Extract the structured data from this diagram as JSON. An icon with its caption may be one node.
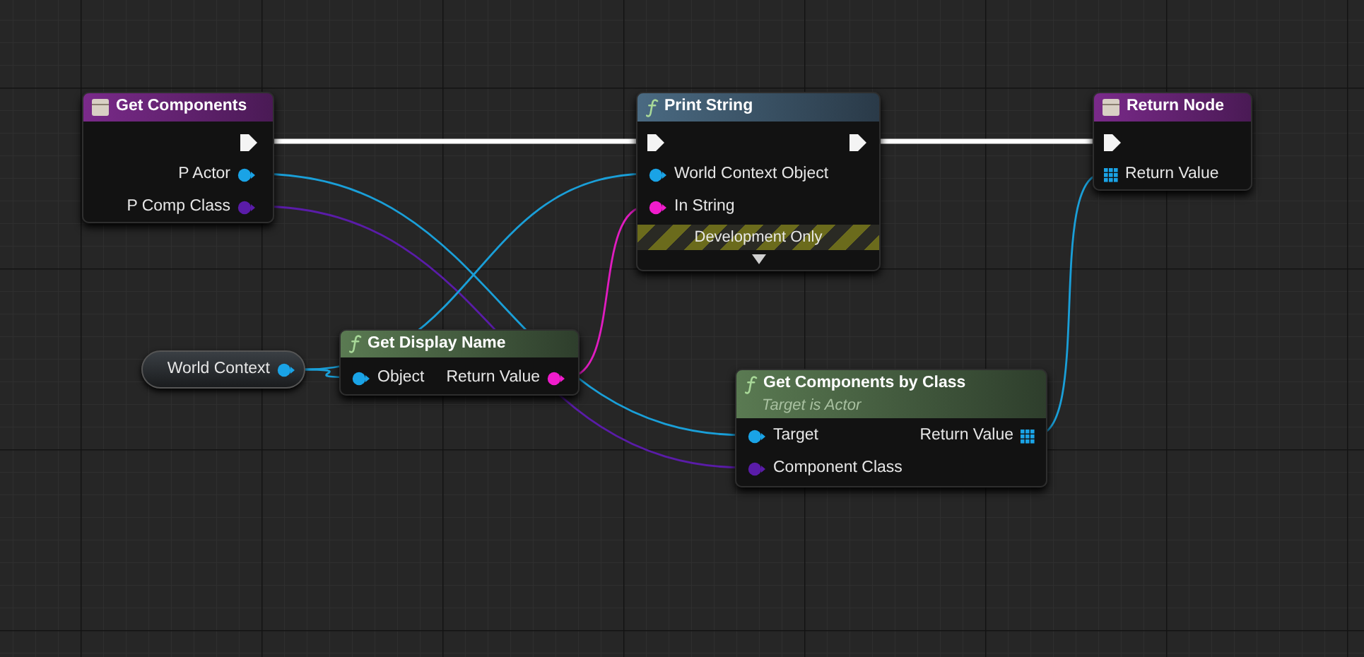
{
  "diagram": {
    "nodes": [
      {
        "text": [
          "Get Components"
        ]
      },
      {
        "text": [],
        "shape": "pentagon",
        "in": 0
      },
      {
        "text": [
          "P Actor"
        ],
        "in": 0
      },
      {
        "text": [
          "P Comp Class"
        ],
        "in": 0
      },
      {
        "text": [
          "Print String"
        ]
      },
      {
        "text": [],
        "shape": "pentagon",
        "in": 4
      },
      {
        "text": [],
        "shape": "pentagon",
        "in": 4
      },
      {
        "text": [
          "World Context Object"
        ],
        "in": 4
      },
      {
        "text": [
          "In String"
        ],
        "in": 4
      },
      {
        "text": [
          "Development Only"
        ],
        "in": 4
      },
      {
        "text": [
          "Return Node"
        ]
      },
      {
        "text": [],
        "shape": "pentagon",
        "in": 10
      },
      {
        "text": [
          "Return Value"
        ],
        "in": 10
      },
      {
        "text": [
          "World Context"
        ]
      },
      {
        "text": [
          "Get Display Name"
        ]
      },
      {
        "text": [
          "Object"
        ],
        "in": 14
      },
      {
        "text": [
          "Return Value"
        ],
        "in": 14
      },
      {
        "text": [
          "Get Components by Class",
          "Target is Actor"
        ]
      },
      {
        "text": [
          "Target"
        ],
        "in": 17
      },
      {
        "text": [
          "Return Value"
        ],
        "in": 17
      },
      {
        "text": [
          "Component Class"
        ],
        "in": 17
      }
    ],
    "edges": [
      {
        "from": 1,
        "to": 5,
        "arrow": "none",
        "style": "thick",
        "color": "#ffffff"
      },
      {
        "from": 6,
        "to": 11,
        "arrow": "none",
        "style": "thick",
        "color": "#ffffff"
      },
      {
        "from": 2,
        "to": 18,
        "arrow": "none"
      },
      {
        "from": 3,
        "to": 20,
        "arrow": "none",
        "color": "#5a1ca8"
      },
      {
        "from": 13,
        "to": 7,
        "arrow": "none"
      },
      {
        "from": 13,
        "to": 15,
        "arrow": "none"
      },
      {
        "from": 16,
        "to": 8,
        "arrow": "none",
        "color": "#e01cc0"
      },
      {
        "from": 19,
        "to": 12,
        "arrow": "none"
      }
    ]
  }
}
